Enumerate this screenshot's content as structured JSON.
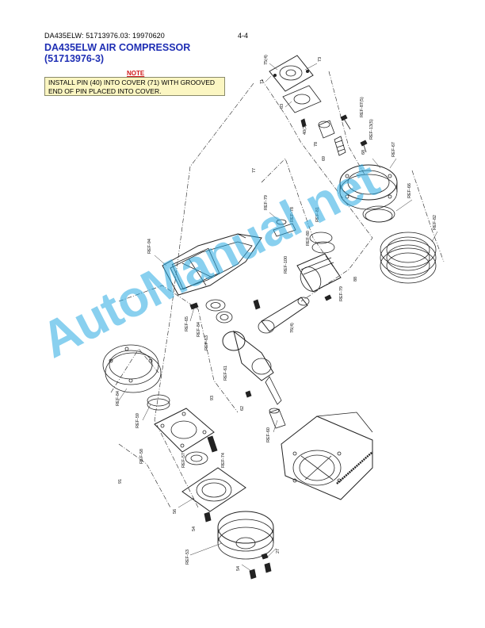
{
  "header": {
    "code": "DA435ELW: 51713976.03: 19970620",
    "page": "4-4"
  },
  "title": {
    "line1": "DA435ELW AIR COMPRESSOR",
    "line2": "(51713976-3)"
  },
  "note": {
    "heading": "NOTE",
    "line1": "INSTALL PIN (40) INTO COVER (71) WITH GROOVED",
    "line2": "END OF PIN PLACED INTO COVER."
  },
  "watermark": "AutoManual.net",
  "colors": {
    "title": "#1f2fb4",
    "note_heading": "#d01818",
    "note_fill": "#fbf6c2",
    "watermark": "#28aae1"
  },
  "callouts": {
    "c75": "75(4)",
    "c73": "73",
    "c71": "71",
    "c83": "83",
    "c40": "40(3)",
    "cr87": "REF-87(5)",
    "cr13": "REF-13(5)",
    "c78": "78",
    "c69": "69",
    "c68": "68",
    "cr67": "REF-67",
    "c77": "77",
    "cr79a": "REF-79",
    "cr78": "REF-78",
    "cr81": "REF-81",
    "cr66": "REF-66",
    "cr82": "REF-82",
    "cr94": "REF-94",
    "cr80": "REF-80",
    "cr100": "REF-100",
    "cr79b": "REF-79",
    "c88": "88",
    "cr65": "REF-65",
    "cr84a": "REF-84",
    "cr63": "REF-63",
    "c76": "76(4)",
    "cr61": "REF-61",
    "c93": "93",
    "c62": "62",
    "cr84b": "REF-84",
    "cr59": "REF-59",
    "cr60": "REF-60",
    "cr58": "REF-58",
    "cr57": "REF-57",
    "cr74": "REF-74",
    "c91": "91",
    "c56": "56",
    "c54a": "54",
    "c27": "27",
    "cr53": "REF-53",
    "c54b": "54"
  }
}
